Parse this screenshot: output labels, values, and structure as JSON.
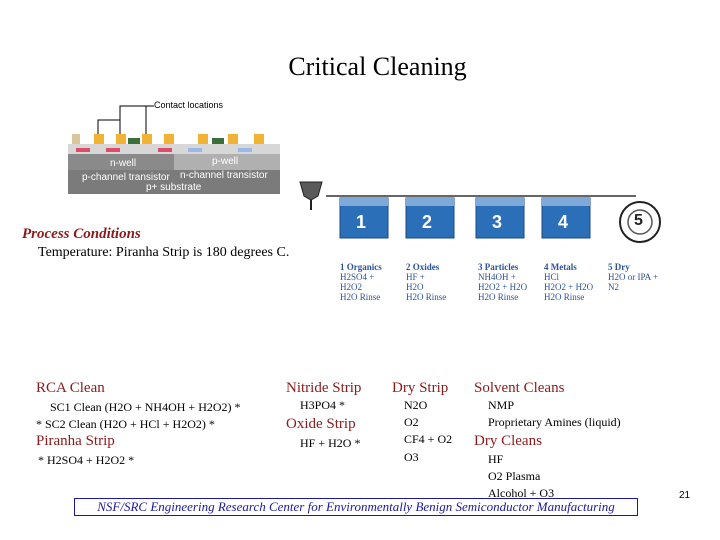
{
  "title": "Critical Cleaning",
  "diagram": {
    "contact_label": "Contact locations",
    "n_well": "n-well",
    "p_well": "p-well",
    "n_channel": "n-channel transistor",
    "p_channel": "p-channel transistor",
    "substrate": "p+ substrate"
  },
  "process": {
    "heading": "Process Conditions",
    "temperature": "Temperature:  Piranha Strip is 180 degrees C."
  },
  "steps": {
    "numbers": [
      "1",
      "2",
      "3",
      "4",
      "5"
    ],
    "columns": [
      {
        "head": "1 Organics",
        "lines": [
          "H2SO4 +",
          "H2O2",
          "H2O Rinse"
        ]
      },
      {
        "head": "2 Oxides",
        "lines": [
          "HF +",
          "H2O",
          "H2O Rinse"
        ]
      },
      {
        "head": "3 Particles",
        "lines": [
          "NH4OH +",
          "H2O2 + H2O",
          "H2O Rinse"
        ]
      },
      {
        "head": "4 Metals",
        "lines": [
          "HCl",
          "H2O2 + H2O",
          "H2O Rinse"
        ]
      },
      {
        "head": "5 Dry",
        "lines": [
          "H2O or IPA +",
          "N2",
          ""
        ]
      }
    ]
  },
  "rca": {
    "heading": "RCA Clean",
    "sc1": "SC1 Clean  (H2O + NH4OH + H2O2) *",
    "sc2": "* SC2 Clean  (H2O + HCl + H2O2)  *",
    "piranha_heading": "Piranha Strip",
    "piranha": "* H2SO4 + H2O2  *"
  },
  "nitride": {
    "heading": "Nitride Strip",
    "item": "H3PO4  *",
    "oxide_heading": "Oxide Strip",
    "oxide_item": "HF + H2O  *"
  },
  "dry_strip": {
    "heading": "Dry Strip",
    "items": [
      "N2O",
      "O2",
      "CF4 + O2",
      "O3"
    ]
  },
  "solvent": {
    "heading": "Solvent Cleans",
    "items": [
      "NMP",
      "Proprietary Amines (liquid)"
    ],
    "dry_heading": "Dry Cleans",
    "dry_items": [
      "HF",
      "O2 Plasma",
      "Alcohol + O3"
    ]
  },
  "footer": "NSF/SRC Engineering Research Center for Environmentally Benign Semiconductor Manufacturing",
  "page_number": "21"
}
